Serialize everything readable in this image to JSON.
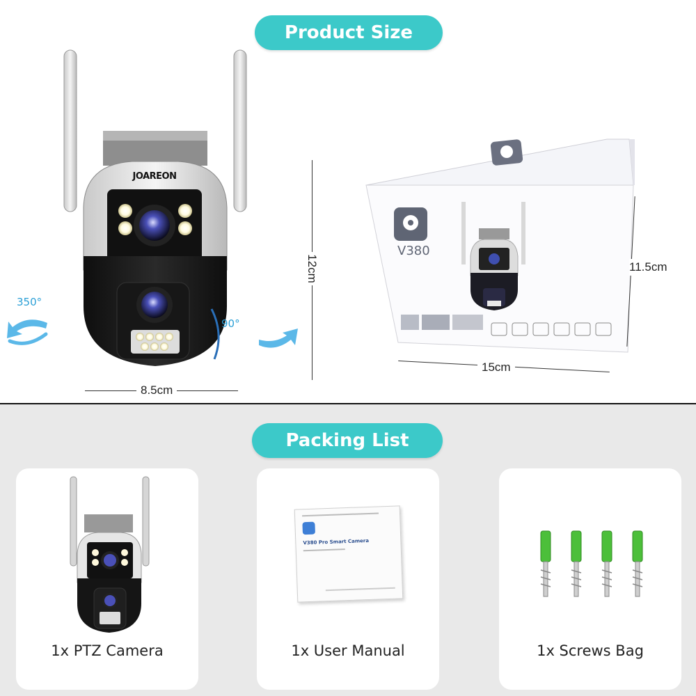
{
  "product_size": {
    "heading": "Product Size",
    "camera": {
      "brand": "JOAREON",
      "width_label": "8.5cm",
      "height_label": "12cm",
      "pan_label": "350°",
      "tilt_label": "90°"
    },
    "box": {
      "brand": "V380",
      "height_label": "11.5cm",
      "width_label": "15cm"
    }
  },
  "packing_list": {
    "heading": "Packing List",
    "items": [
      {
        "label": "1x PTZ Camera"
      },
      {
        "label": "1x User Manual"
      },
      {
        "label": "1x Screws Bag"
      }
    ],
    "manual_cover": {
      "title": "V380 Pro Smart Camera"
    }
  },
  "colors": {
    "accent": "#3cc9c9",
    "section_background": "#e9e9e9",
    "anchor_green": "#4cbf3a",
    "arrow_blue": "#5bb8e8"
  }
}
